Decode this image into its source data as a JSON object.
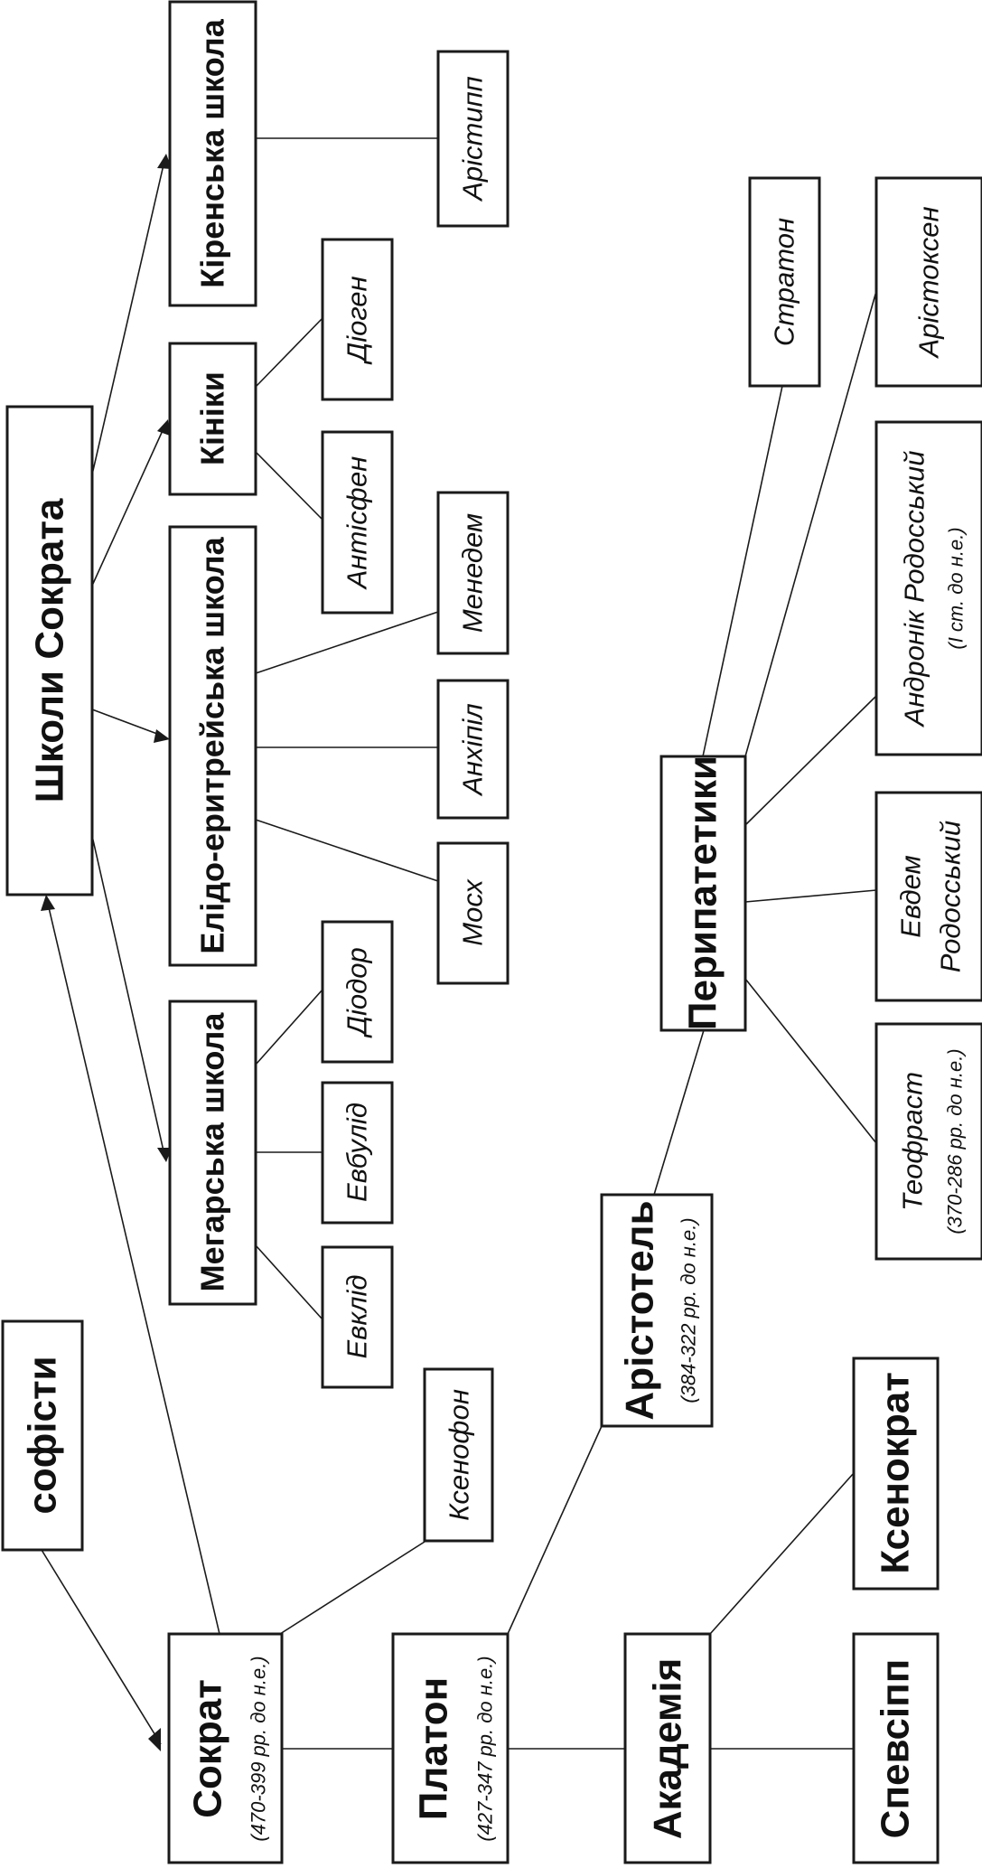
{
  "nodes": {
    "sophists": "софісти",
    "socrates": {
      "name": "Сократ",
      "dates": "(470-399 рр. до н.е.)"
    },
    "xenophon": "Ксенофон",
    "plato": {
      "name": "Платон",
      "dates": "(427-347 рр. до н.е.)"
    },
    "aristotle": {
      "name": "Арістотель",
      "dates": "(384-322 рр. до н.е.)"
    },
    "academy": "Академія",
    "speusippus": "Спевсіпп",
    "xenocrates": "Ксенократ",
    "socratic_schools": "Школи Сократа",
    "cyrenaic_school": "Кіренська школа",
    "aristippus": "Арістипп",
    "cynics": "Кініки",
    "diogenes": "Діоген",
    "antisthenes": "Антісфен",
    "elis_eretria_school": "Елідо-еритрейська школа",
    "menedemus": "Менедем",
    "anchipylus": "Анхіпіл",
    "moschus": "Мосх",
    "megarian_school": "Мегарська школа",
    "diodorus": "Діодор",
    "eubulides": "Евбулід",
    "euclid": "Евклід",
    "peripatetics": "Перипатетики",
    "strato": "Стратон",
    "aristoxenus": "Арістоксен",
    "andronicus": {
      "name": "Андронік Родосський",
      "dates": "(І ст. до н.е.)"
    },
    "eudemus": {
      "line1": "Евдем",
      "line2": "Родосський"
    },
    "theophrastus": {
      "name": "Теофраст",
      "dates": "(370-286 рр. до н.е.)"
    }
  }
}
